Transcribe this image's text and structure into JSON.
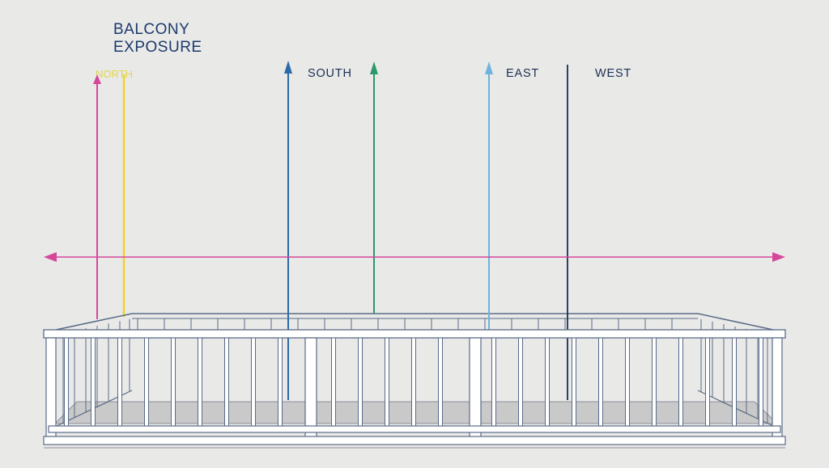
{
  "title": {
    "line1": "BALCONY",
    "line2": "EXPOSURE"
  },
  "directions": [
    {
      "key": "north",
      "label": "NORTH",
      "color": "#f2d22e",
      "accent": "#d6479a"
    },
    {
      "key": "south",
      "label": "SOUTH",
      "color": "#2b6aa8",
      "accent": "#2b9a6a"
    },
    {
      "key": "east",
      "label": "EAST",
      "color": "#6fb3dc"
    },
    {
      "key": "west",
      "label": "WEST",
      "color": "#1c2f52"
    }
  ],
  "colors": {
    "background": "#e9e9e8",
    "title": "#1c3a6b",
    "railing_stroke": "#5a6b86",
    "horizontal_arrow": "#d6479a",
    "floor": "#c9c9c9"
  }
}
